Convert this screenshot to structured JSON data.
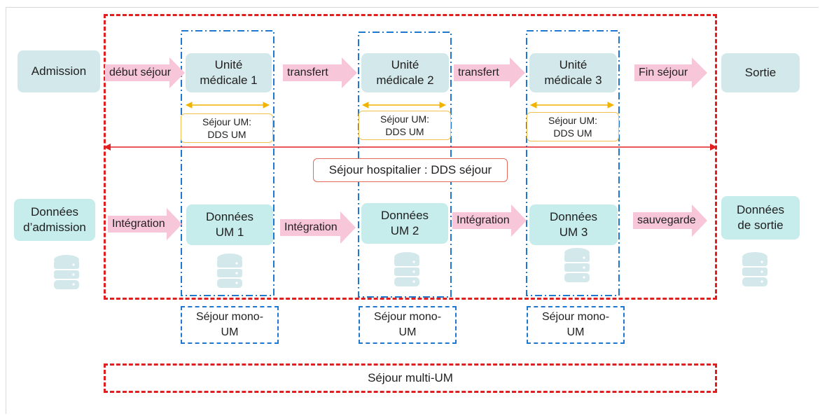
{
  "row1": {
    "admission": "Admission",
    "sortie": "Sortie",
    "units": [
      {
        "line1": "Unité",
        "line2": "médicale 1"
      },
      {
        "line1": "Unité",
        "line2": "médicale 2"
      },
      {
        "line1": "Unité",
        "line2": "médicale 3"
      }
    ],
    "arrows": [
      "début séjour",
      "transfert",
      "transfert",
      "Fin séjour"
    ]
  },
  "sejour_um": [
    {
      "line1": "Séjour UM:",
      "line2": "DDS UM"
    },
    {
      "line1": "Séjour UM:",
      "line2": "DDS UM"
    },
    {
      "line1": "Séjour UM:",
      "line2": "DDS UM"
    }
  ],
  "sejour_hospitalier": "Séjour hospitalier : DDS séjour",
  "row2": {
    "donnees_admission": {
      "line1": "Données",
      "line2": "d’admission"
    },
    "donnees_sortie": {
      "line1": "Données",
      "line2": "de sortie"
    },
    "units": [
      {
        "line1": "Données",
        "line2": "UM 1"
      },
      {
        "line1": "Données",
        "line2": "UM 2"
      },
      {
        "line1": "Données",
        "line2": "UM 3"
      }
    ],
    "arrows": [
      "Intégration",
      "Intégration",
      "Intégration",
      "sauvegarde"
    ]
  },
  "mono_um": [
    {
      "line1": "Séjour mono-",
      "line2": "UM"
    },
    {
      "line1": "Séjour mono-",
      "line2": "UM"
    },
    {
      "line1": "Séjour mono-",
      "line2": "UM"
    }
  ],
  "multi_um": "Séjour multi-UM",
  "colors": {
    "red_dash": "#e02020",
    "blue_dash": "#1f77d0",
    "arrow_fill": "#f7c6d8",
    "teal_box": "#d3e8ea",
    "cyan_box": "#c6ecec",
    "yellow_arrow": "#f0b400",
    "db_icon": "#d3e8ea"
  }
}
